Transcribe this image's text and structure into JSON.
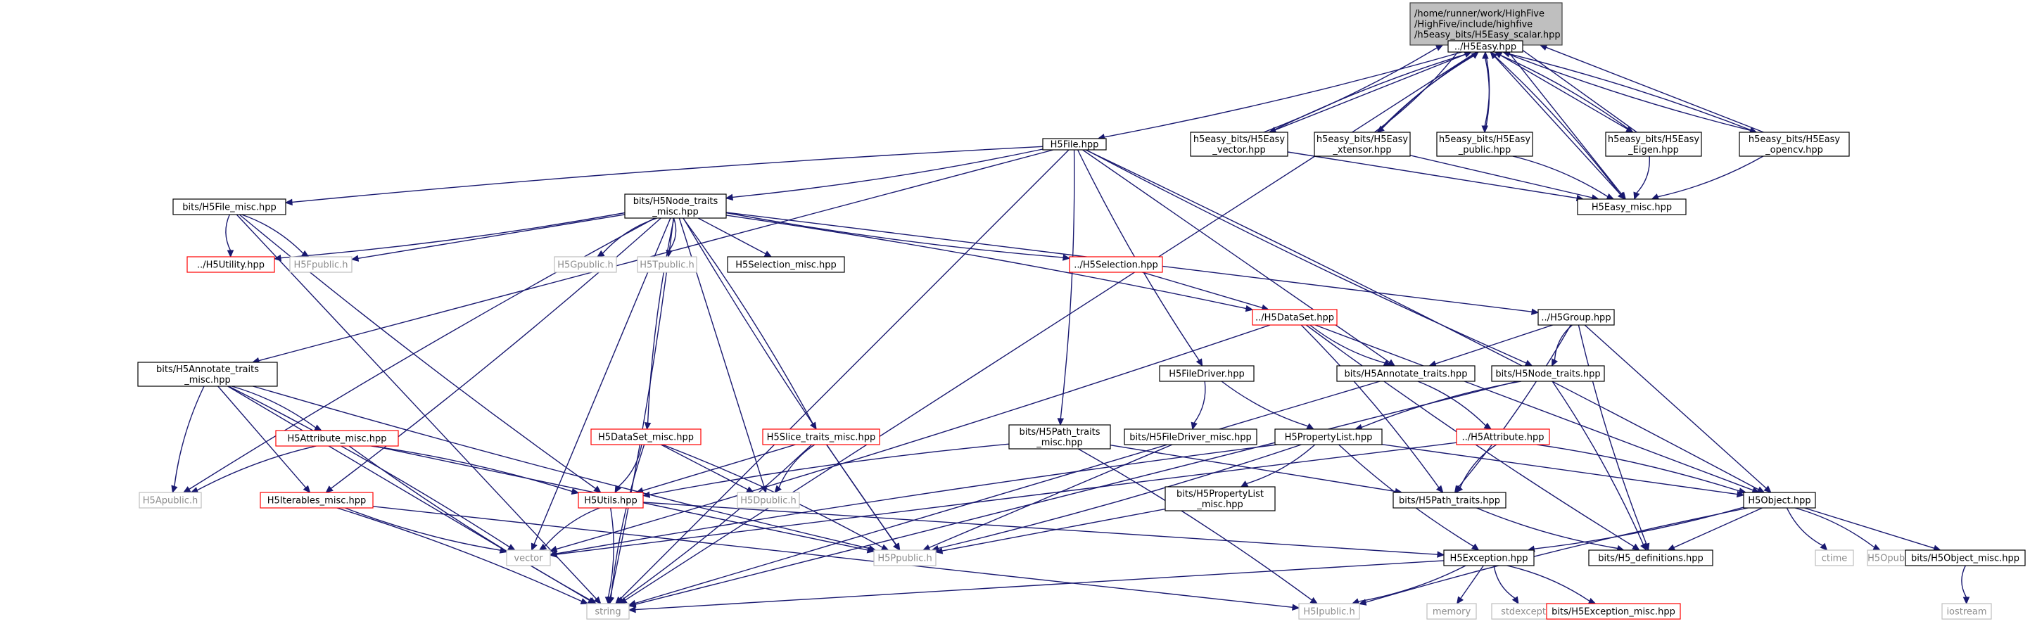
{
  "diagram": {
    "type": "include-dependency-graph",
    "colors": {
      "edge": "#191970",
      "root_fill": "#bfbfbf",
      "root_border": "#404040",
      "normal_border": "#000000",
      "missing_border": "#ff0000",
      "system_border": "#bfbfbf",
      "system_text": "#8c8c8c"
    },
    "nodes": [
      {
        "id": "root",
        "kind": "root",
        "lines": [
          "/home/runner/work/HighFive",
          "/HighFive/include/highfive",
          "/h5easy_bits/H5Easy_scalar.hpp"
        ]
      },
      {
        "id": "h5easy",
        "kind": "normal",
        "lines": [
          "../H5Easy.hpp"
        ]
      },
      {
        "id": "h5file",
        "kind": "normal",
        "lines": [
          "H5File.hpp"
        ]
      },
      {
        "id": "ev_vector",
        "kind": "normal",
        "lines": [
          "h5easy_bits/H5Easy",
          "_vector.hpp"
        ]
      },
      {
        "id": "ev_xtensor",
        "kind": "normal",
        "lines": [
          "h5easy_bits/H5Easy",
          "_xtensor.hpp"
        ]
      },
      {
        "id": "ev_public",
        "kind": "normal",
        "lines": [
          "h5easy_bits/H5Easy",
          "_public.hpp"
        ]
      },
      {
        "id": "ev_eigen",
        "kind": "normal",
        "lines": [
          "h5easy_bits/H5Easy",
          "_Eigen.hpp"
        ]
      },
      {
        "id": "ev_opencv",
        "kind": "normal",
        "lines": [
          "h5easy_bits/H5Easy",
          "_opencv.hpp"
        ]
      },
      {
        "id": "easy_misc",
        "kind": "normal",
        "lines": [
          "H5Easy_misc.hpp"
        ]
      },
      {
        "id": "file_misc",
        "kind": "normal",
        "lines": [
          "bits/H5File_misc.hpp"
        ]
      },
      {
        "id": "node_tmisc",
        "kind": "normal",
        "lines": [
          "bits/H5Node_traits",
          "_misc.hpp"
        ]
      },
      {
        "id": "utility",
        "kind": "missing",
        "lines": [
          "../H5Utility.hpp"
        ]
      },
      {
        "id": "fpublic",
        "kind": "system",
        "lines": [
          "H5Fpublic.h"
        ]
      },
      {
        "id": "gpublic",
        "kind": "system",
        "lines": [
          "H5Gpublic.h"
        ]
      },
      {
        "id": "tpublic",
        "kind": "system",
        "lines": [
          "H5Tpublic.h"
        ]
      },
      {
        "id": "sel_misc",
        "kind": "normal",
        "lines": [
          "H5Selection_misc.hpp"
        ]
      },
      {
        "id": "selection",
        "kind": "missing",
        "lines": [
          "../H5Selection.hpp"
        ]
      },
      {
        "id": "dataset",
        "kind": "missing",
        "lines": [
          "../H5DataSet.hpp"
        ]
      },
      {
        "id": "group",
        "kind": "normal",
        "lines": [
          "../H5Group.hpp"
        ]
      },
      {
        "id": "annot_tmisc",
        "kind": "normal",
        "lines": [
          "bits/H5Annotate_traits",
          "_misc.hpp"
        ]
      },
      {
        "id": "filedriver",
        "kind": "normal",
        "lines": [
          "H5FileDriver.hpp"
        ]
      },
      {
        "id": "annot_traits",
        "kind": "normal",
        "lines": [
          "bits/H5Annotate_traits.hpp"
        ]
      },
      {
        "id": "node_traits",
        "kind": "normal",
        "lines": [
          "bits/H5Node_traits.hpp"
        ]
      },
      {
        "id": "fdriver_misc",
        "kind": "normal",
        "lines": [
          "bits/H5FileDriver_misc.hpp"
        ]
      },
      {
        "id": "attribute",
        "kind": "missing",
        "lines": [
          "../H5Attribute.hpp"
        ]
      },
      {
        "id": "attr_misc",
        "kind": "missing",
        "lines": [
          "H5Attribute_misc.hpp"
        ]
      },
      {
        "id": "dataset_misc",
        "kind": "missing",
        "lines": [
          "H5DataSet_misc.hpp"
        ]
      },
      {
        "id": "slice_misc",
        "kind": "missing",
        "lines": [
          "H5Slice_traits_misc.hpp"
        ]
      },
      {
        "id": "path_tmisc",
        "kind": "normal",
        "lines": [
          "bits/H5Path_traits",
          "_misc.hpp"
        ]
      },
      {
        "id": "proplist",
        "kind": "normal",
        "lines": [
          "H5PropertyList.hpp"
        ]
      },
      {
        "id": "apublic",
        "kind": "system",
        "lines": [
          "H5Apublic.h"
        ]
      },
      {
        "id": "iter_misc",
        "kind": "missing",
        "lines": [
          "H5Iterables_misc.hpp"
        ]
      },
      {
        "id": "utils",
        "kind": "missing",
        "lines": [
          "H5Utils.hpp"
        ]
      },
      {
        "id": "dpublic",
        "kind": "system",
        "lines": [
          "H5Dpublic.h"
        ]
      },
      {
        "id": "plist_misc",
        "kind": "normal",
        "lines": [
          "bits/H5PropertyList",
          "_misc.hpp"
        ]
      },
      {
        "id": "path_traits",
        "kind": "normal",
        "lines": [
          "bits/H5Path_traits.hpp"
        ]
      },
      {
        "id": "object",
        "kind": "normal",
        "lines": [
          "H5Object.hpp"
        ]
      },
      {
        "id": "vector",
        "kind": "system",
        "lines": [
          "vector"
        ]
      },
      {
        "id": "ppublic",
        "kind": "system",
        "lines": [
          "H5Ppublic.h"
        ]
      },
      {
        "id": "exception",
        "kind": "normal",
        "lines": [
          "H5Exception.hpp"
        ]
      },
      {
        "id": "definitions",
        "kind": "normal",
        "lines": [
          "bits/H5_definitions.hpp"
        ]
      },
      {
        "id": "ctime",
        "kind": "system",
        "lines": [
          "ctime"
        ]
      },
      {
        "id": "opublic",
        "kind": "system",
        "lines": [
          "H5Opublic.h"
        ]
      },
      {
        "id": "obj_misc",
        "kind": "normal",
        "lines": [
          "bits/H5Object_misc.hpp"
        ]
      },
      {
        "id": "string",
        "kind": "system",
        "lines": [
          "string"
        ]
      },
      {
        "id": "ipublic",
        "kind": "system",
        "lines": [
          "H5Ipublic.h"
        ]
      },
      {
        "id": "memory",
        "kind": "system",
        "lines": [
          "memory"
        ]
      },
      {
        "id": "stdexcept",
        "kind": "system",
        "lines": [
          "stdexcept"
        ]
      },
      {
        "id": "exc_misc",
        "kind": "missing",
        "lines": [
          "bits/H5Exception_misc.hpp"
        ]
      },
      {
        "id": "iostream",
        "kind": "system",
        "lines": [
          "iostream"
        ]
      }
    ],
    "edges": [
      [
        "root",
        "h5easy"
      ],
      [
        "root",
        "easy_misc"
      ],
      [
        "h5easy",
        "root"
      ],
      [
        "h5easy",
        "h5file"
      ],
      [
        "h5easy",
        "ev_vector"
      ],
      [
        "h5easy",
        "ev_xtensor"
      ],
      [
        "h5easy",
        "ev_public"
      ],
      [
        "h5easy",
        "ev_eigen"
      ],
      [
        "h5easy",
        "ev_opencv"
      ],
      [
        "h5easy",
        "easy_misc"
      ],
      [
        "h5easy",
        "string"
      ],
      [
        "ev_vector",
        "root"
      ],
      [
        "ev_vector",
        "h5easy"
      ],
      [
        "ev_vector",
        "easy_misc"
      ],
      [
        "ev_xtensor",
        "root"
      ],
      [
        "ev_xtensor",
        "h5easy"
      ],
      [
        "ev_xtensor",
        "easy_misc"
      ],
      [
        "ev_public",
        "h5easy"
      ],
      [
        "ev_public",
        "easy_misc"
      ],
      [
        "ev_eigen",
        "root"
      ],
      [
        "ev_eigen",
        "h5easy"
      ],
      [
        "ev_eigen",
        "easy_misc"
      ],
      [
        "ev_opencv",
        "root"
      ],
      [
        "ev_opencv",
        "h5easy"
      ],
      [
        "ev_opencv",
        "easy_misc"
      ],
      [
        "easy_misc",
        "h5easy"
      ],
      [
        "h5file",
        "file_misc"
      ],
      [
        "h5file",
        "node_tmisc"
      ],
      [
        "h5file",
        "annot_tmisc"
      ],
      [
        "h5file",
        "filedriver"
      ],
      [
        "h5file",
        "path_tmisc"
      ],
      [
        "h5file",
        "annot_traits"
      ],
      [
        "h5file",
        "node_traits"
      ],
      [
        "h5file",
        "object"
      ],
      [
        "h5file",
        "string"
      ],
      [
        "file_misc",
        "utility"
      ],
      [
        "file_misc",
        "fpublic"
      ],
      [
        "file_misc",
        "string"
      ],
      [
        "file_misc",
        "utils"
      ],
      [
        "node_tmisc",
        "utility"
      ],
      [
        "node_tmisc",
        "fpublic"
      ],
      [
        "node_tmisc",
        "gpublic"
      ],
      [
        "node_tmisc",
        "tpublic"
      ],
      [
        "node_tmisc",
        "sel_misc"
      ],
      [
        "node_tmisc",
        "selection"
      ],
      [
        "node_tmisc",
        "dataset"
      ],
      [
        "node_tmisc",
        "group"
      ],
      [
        "node_tmisc",
        "apublic"
      ],
      [
        "node_tmisc",
        "iter_misc"
      ],
      [
        "node_tmisc",
        "vector"
      ],
      [
        "node_tmisc",
        "dataset_misc"
      ],
      [
        "node_tmisc",
        "slice_misc"
      ],
      [
        "node_tmisc",
        "dpublic"
      ],
      [
        "node_tmisc",
        "ppublic"
      ],
      [
        "node_tmisc",
        "string"
      ],
      [
        "selection",
        "dataset"
      ],
      [
        "dataset",
        "annot_traits"
      ],
      [
        "dataset",
        "path_traits"
      ],
      [
        "dataset",
        "object"
      ],
      [
        "dataset",
        "definitions"
      ],
      [
        "dataset",
        "vector"
      ],
      [
        "group",
        "annot_traits"
      ],
      [
        "group",
        "node_traits"
      ],
      [
        "group",
        "path_traits"
      ],
      [
        "group",
        "object"
      ],
      [
        "group",
        "definitions"
      ],
      [
        "annot_tmisc",
        "attr_misc"
      ],
      [
        "annot_tmisc",
        "iter_misc"
      ],
      [
        "annot_tmisc",
        "apublic"
      ],
      [
        "annot_tmisc",
        "vector"
      ],
      [
        "annot_tmisc",
        "string"
      ],
      [
        "annot_tmisc",
        "ppublic"
      ],
      [
        "annot_traits",
        "attribute"
      ],
      [
        "annot_traits",
        "string"
      ],
      [
        "node_traits",
        "proplist"
      ],
      [
        "node_traits",
        "definitions"
      ],
      [
        "node_traits",
        "string"
      ],
      [
        "filedriver",
        "proplist"
      ],
      [
        "filedriver",
        "fdriver_misc"
      ],
      [
        "fdriver_misc",
        "ppublic"
      ],
      [
        "attribute",
        "path_traits"
      ],
      [
        "attribute",
        "object"
      ],
      [
        "attribute",
        "vector"
      ],
      [
        "attr_misc",
        "apublic"
      ],
      [
        "attr_misc",
        "utils"
      ],
      [
        "attr_misc",
        "ppublic"
      ],
      [
        "attr_misc",
        "string"
      ],
      [
        "dataset_misc",
        "utils"
      ],
      [
        "dataset_misc",
        "dpublic"
      ],
      [
        "dataset_misc",
        "string"
      ],
      [
        "dataset_misc",
        "ppublic"
      ],
      [
        "slice_misc",
        "utils"
      ],
      [
        "slice_misc",
        "dpublic"
      ],
      [
        "slice_misc",
        "string"
      ],
      [
        "slice_misc",
        "ppublic"
      ],
      [
        "path_tmisc",
        "utils"
      ],
      [
        "path_tmisc",
        "ipublic"
      ],
      [
        "path_tmisc",
        "path_traits"
      ],
      [
        "proplist",
        "exception"
      ],
      [
        "proplist",
        "plist_misc"
      ],
      [
        "proplist",
        "object"
      ],
      [
        "proplist",
        "vector"
      ],
      [
        "proplist",
        "ppublic"
      ],
      [
        "plist_misc",
        "ppublic"
      ],
      [
        "iter_misc",
        "vector"
      ],
      [
        "iter_misc",
        "string"
      ],
      [
        "iter_misc",
        "ipublic"
      ],
      [
        "utils",
        "vector"
      ],
      [
        "utils",
        "string"
      ],
      [
        "utils",
        "exception"
      ],
      [
        "path_traits",
        "definitions"
      ],
      [
        "object",
        "exception"
      ],
      [
        "object",
        "definitions"
      ],
      [
        "object",
        "ctime"
      ],
      [
        "object",
        "opublic"
      ],
      [
        "object",
        "obj_misc"
      ],
      [
        "object",
        "ipublic"
      ],
      [
        "exception",
        "ipublic"
      ],
      [
        "exception",
        "memory"
      ],
      [
        "exception",
        "stdexcept"
      ],
      [
        "exception",
        "exc_misc"
      ],
      [
        "exception",
        "string"
      ],
      [
        "obj_misc",
        "iostream"
      ]
    ]
  }
}
